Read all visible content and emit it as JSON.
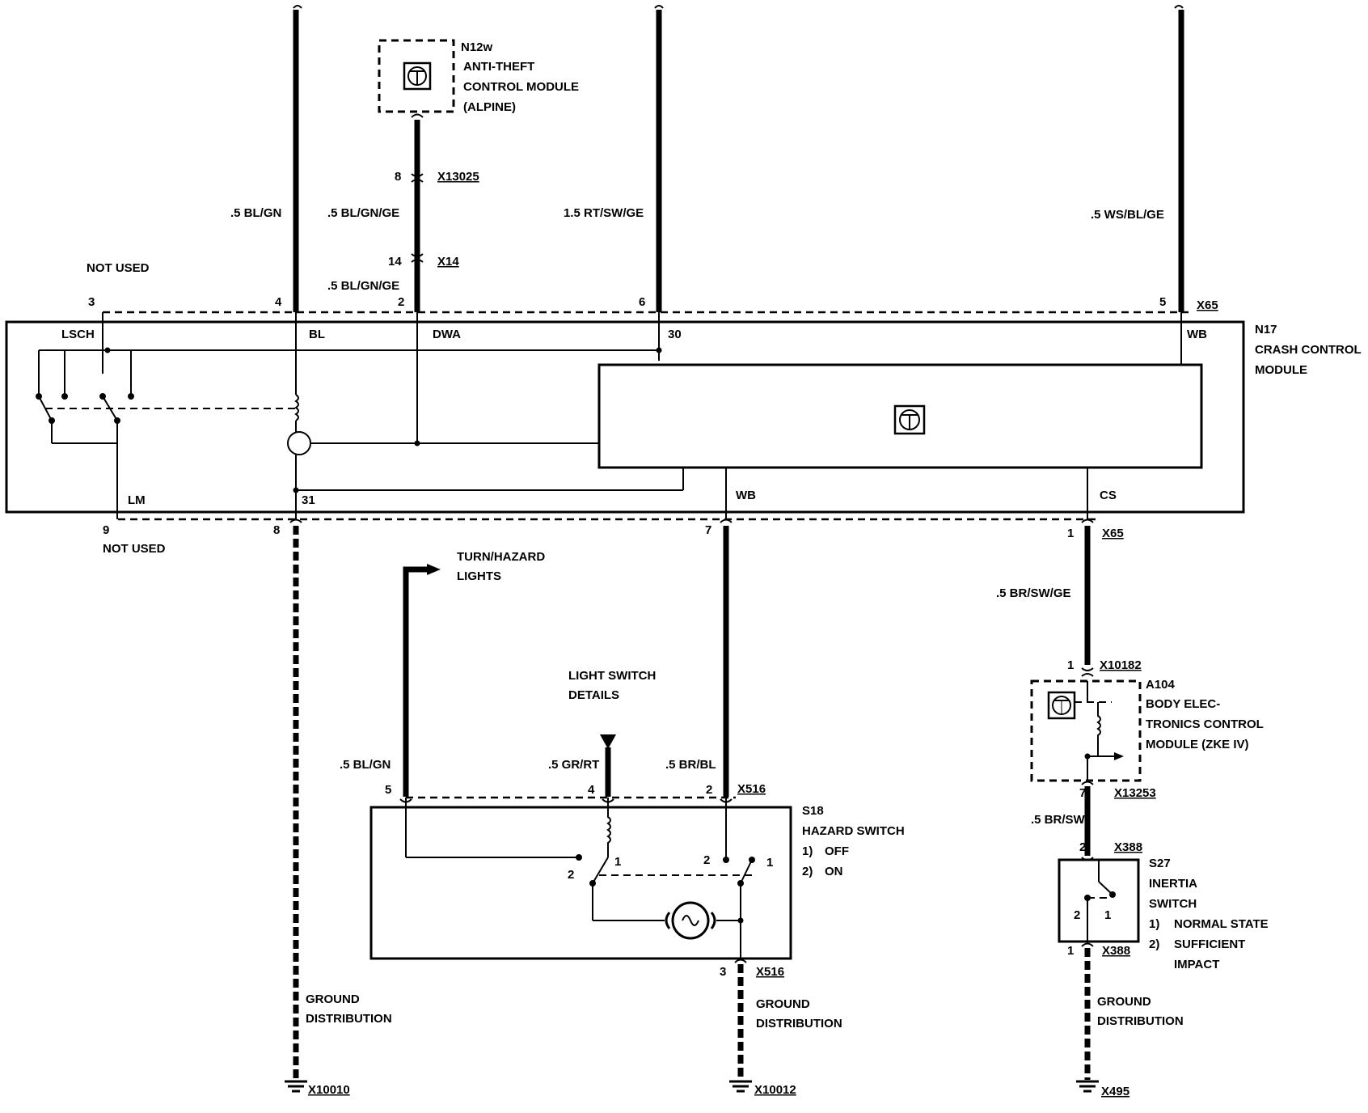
{
  "top_modules": {
    "anti_theft": {
      "id": "N12w",
      "line1": "ANTI-THEFT",
      "line2": "CONTROL MODULE",
      "line3": "(ALPINE)"
    }
  },
  "connectors": {
    "x13025": {
      "pin": "8",
      "name": "X13025"
    },
    "x14": {
      "pin": "14",
      "name": "X14"
    },
    "x65_top": {
      "name": "X65"
    },
    "x65_bottom": {
      "pin": "1",
      "name": "X65"
    },
    "x10182": {
      "pin": "1",
      "name": "X10182"
    },
    "x13253": {
      "pin": "7",
      "name": "X13253"
    },
    "x388_top": {
      "pin": "2",
      "name": "X388"
    },
    "x388_bottom": {
      "pin": "1",
      "name": "X388"
    },
    "x516_top": {
      "name": "X516"
    },
    "x516_bottom": {
      "pin": "3",
      "name": "X516"
    }
  },
  "wires": {
    "w_bl_gn": ".5 BL/GN",
    "w_bl_gn_ge_1": ".5 BL/GN/GE",
    "w_bl_gn_ge_2": ".5 BL/GN/GE",
    "w_rt_sw_ge": "1.5 RT/SW/GE",
    "w_ws_bl_ge": ".5 WS/BL/GE",
    "w_br_sw_ge": ".5 BR/SW/GE",
    "w_br_sw": ".5 BR/SW",
    "w_bl_gn_hz": ".5 BL/GN",
    "w_gr_rt": ".5 GR/RT",
    "w_br_bl": ".5 BR/BL"
  },
  "crash_module": {
    "id": "N17",
    "line1": "CRASH CONTROL",
    "line2": "MODULE",
    "pins_top": {
      "p3": "3",
      "p4": "4",
      "p2": "2",
      "p6": "6",
      "p5": "5"
    },
    "pins_bottom": {
      "p9": "9",
      "p8": "8",
      "p7": "7"
    },
    "inner": {
      "lsch": "LSCH",
      "bl": "BL",
      "dwa": "DWA",
      "t30": "30",
      "wb_top": "WB",
      "lm": "LM",
      "t31": "31",
      "wb_bottom": "WB",
      "cs": "CS"
    }
  },
  "not_used_top": "NOT USED",
  "not_used_bottom": "NOT USED",
  "turn_hazard": {
    "line1": "TURN/HAZARD",
    "line2": "LIGHTS"
  },
  "light_switch": {
    "line1": "LIGHT SWITCH",
    "line2": "DETAILS"
  },
  "hazard_switch": {
    "id": "S18",
    "title": "HAZARD SWITCH",
    "opt1_num": "1)",
    "opt1": "OFF",
    "opt2_num": "2)",
    "opt2": "ON",
    "pin5": "5",
    "pin4": "4",
    "pin2": "2",
    "inner_1a": "1",
    "inner_2a": "2",
    "inner_2b": "2",
    "inner_1b": "1"
  },
  "body_module": {
    "id": "A104",
    "line1": "BODY ELEC-",
    "line2": "TRONICS CONTROL",
    "line3": "MODULE (ZKE IV)"
  },
  "inertia_switch": {
    "id": "S27",
    "line1": "INERTIA",
    "line2": "SWITCH",
    "opt1_num": "1)",
    "opt1": "NORMAL STATE",
    "opt2_num": "2)",
    "opt2a": "SUFFICIENT",
    "opt2b": "IMPACT",
    "inner_2": "2",
    "inner_1": "1"
  },
  "grounds": {
    "g1": {
      "line1": "GROUND",
      "line2": "DISTRIBUTION",
      "id": "X10010"
    },
    "g2": {
      "line1": "GROUND",
      "line2": "DISTRIBUTION",
      "id": "X10012"
    },
    "g3": {
      "line1": "GROUND",
      "line2": "DISTRIBUTION",
      "id": "X495"
    }
  }
}
